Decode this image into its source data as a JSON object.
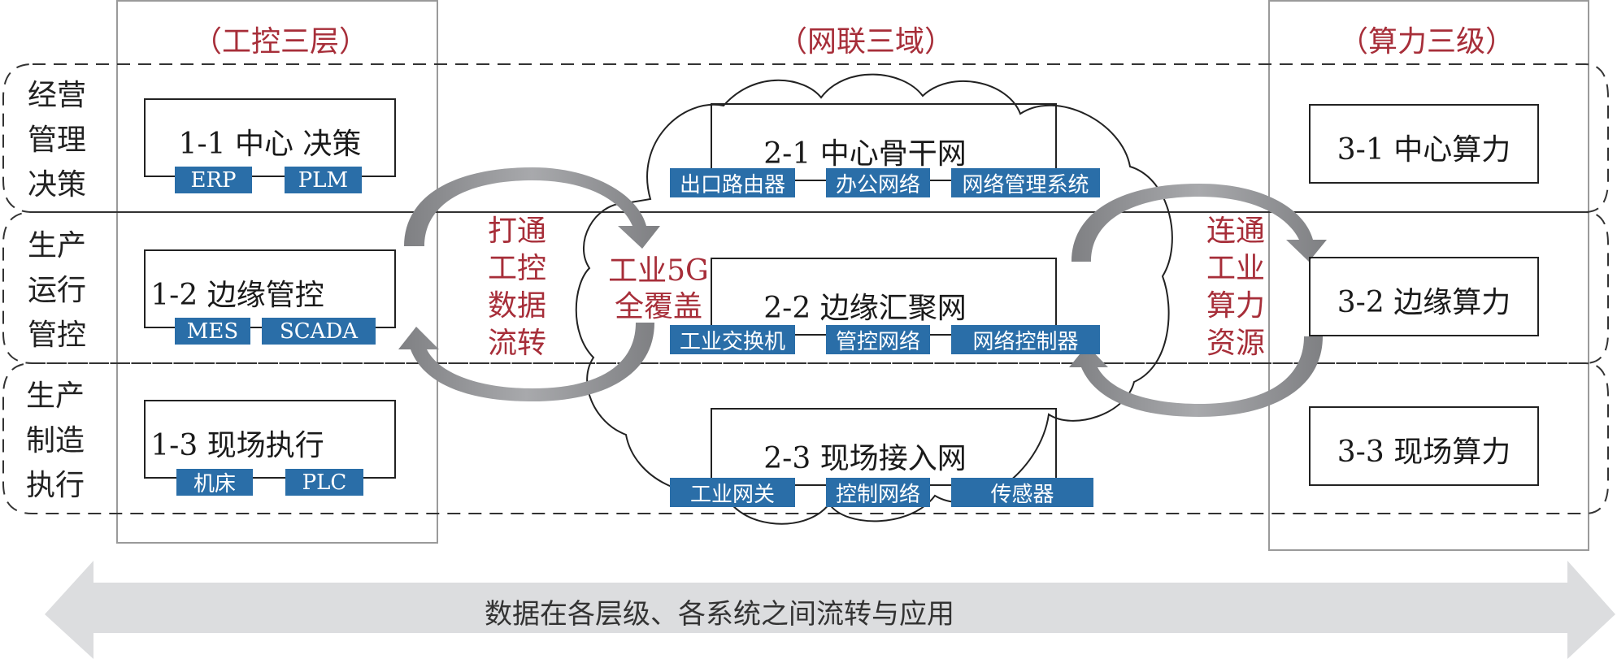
{
  "columns": {
    "industrial_control": {
      "title": "（工控三层）"
    },
    "network": {
      "title": "（网联三域）"
    },
    "computing": {
      "title": "（算力三级）"
    }
  },
  "rows": [
    {
      "label_lines": [
        "经营",
        "管理",
        "决策"
      ]
    },
    {
      "label_lines": [
        "生产",
        "运行",
        "管控"
      ]
    },
    {
      "label_lines": [
        "生产",
        "制造",
        "执行"
      ]
    }
  ],
  "control_layers": [
    {
      "label": "1-1 中心 决策",
      "tags": [
        "ERP",
        "PLM"
      ]
    },
    {
      "label": "1-2 边缘管控",
      "tags": [
        "MES",
        "SCADA"
      ]
    },
    {
      "label": "1-3 现场执行",
      "tags": [
        "机床",
        "PLC"
      ]
    }
  ],
  "network_domains": [
    {
      "label": "2-1 中心骨干网",
      "tags": [
        "出口路由器",
        "办公网络",
        "网络管理系统"
      ]
    },
    {
      "label": "2-2 边缘汇聚网",
      "tags": [
        "工业交换机",
        "管控网络",
        "网络控制器"
      ]
    },
    {
      "label": "2-3 现场接入网",
      "tags": [
        "工业网关",
        "控制网络",
        "传感器"
      ]
    }
  ],
  "computing_levels": [
    {
      "label": "3-1 中心算力"
    },
    {
      "label": "3-2 边缘算力"
    },
    {
      "label": "3-3 现场算力"
    }
  ],
  "annotations": {
    "left_cycle": [
      "打通",
      "工控",
      "数据",
      "流转"
    ],
    "cloud": [
      "工业5G",
      "全覆盖"
    ],
    "right_cycle": [
      "连通",
      "工业",
      "算力",
      "资源"
    ]
  },
  "banner": {
    "text": "数据在各层级、各系统之间流转与应用"
  },
  "colors": {
    "accent_red": "#a72e39",
    "tag_blue": "#2a6ea8",
    "arrow_gray": "#8e8f92",
    "banner_gray": "#dcdddf"
  }
}
